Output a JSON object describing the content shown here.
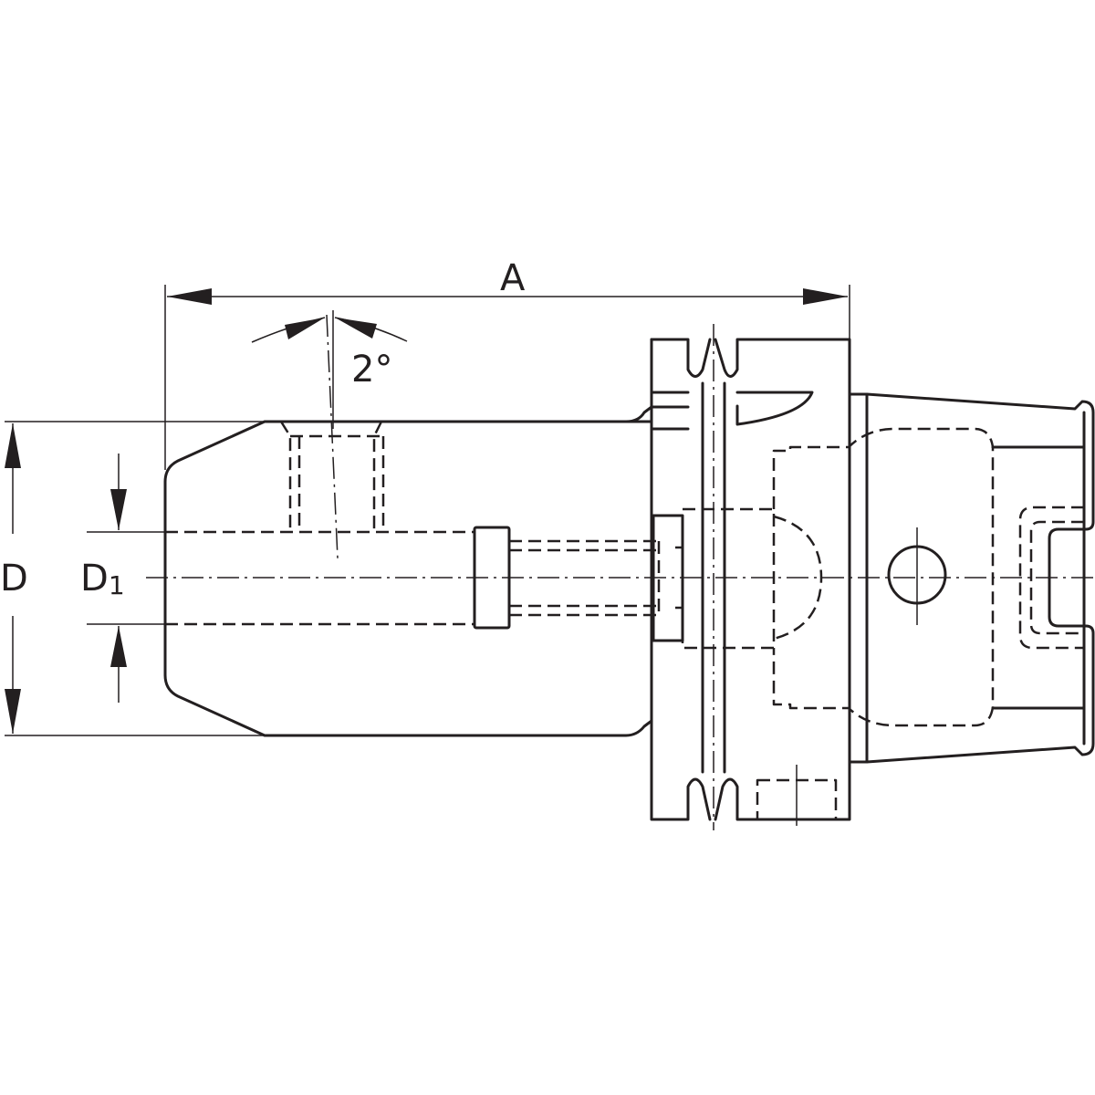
{
  "dimensions": {
    "length_label": "A",
    "angle_label": "2°",
    "outer_diameter_label": "D",
    "bore_diameter_label": "D",
    "bore_diameter_subscript": "1"
  },
  "colors": {
    "line": "#231f20",
    "background": "#ffffff"
  }
}
